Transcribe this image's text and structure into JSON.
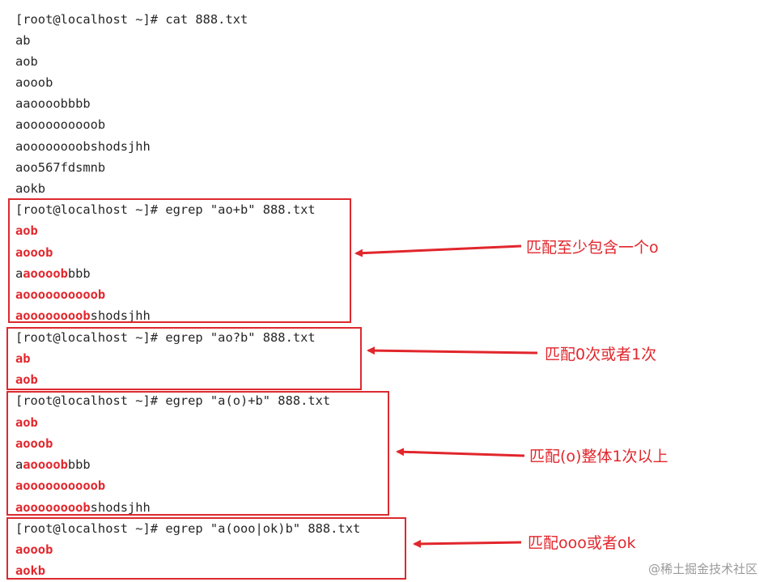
{
  "terminal": {
    "commands": {
      "cat": "[root@localhost ~]# cat 888.txt",
      "egrep1": "[root@localhost ~]# egrep \"ao+b\" 888.txt",
      "egrep2": "[root@localhost ~]# egrep \"ao?b\" 888.txt",
      "egrep3": "[root@localhost ~]# egrep \"a(o)+b\" 888.txt",
      "egrep4": "[root@localhost ~]# egrep \"a(ooo|ok)b\" 888.txt"
    },
    "file_lines": [
      "ab",
      "aob",
      "aooob",
      "aaoooobbbb",
      "aoooooooooob",
      "aoooooooobshodsjhh",
      "aoo567fdsmnb",
      "aokb"
    ],
    "result1": [
      {
        "prefix": "",
        "match": "aob",
        "suffix": ""
      },
      {
        "prefix": "",
        "match": "aooob",
        "suffix": ""
      },
      {
        "prefix": "a",
        "match": "aoooob",
        "suffix": "bbb"
      },
      {
        "prefix": "",
        "match": "aoooooooooob",
        "suffix": ""
      },
      {
        "prefix": "",
        "match": "aoooooooob",
        "suffix": "shodsjhh"
      }
    ],
    "result2": [
      {
        "prefix": "",
        "match": "ab",
        "suffix": ""
      },
      {
        "prefix": "",
        "match": "aob",
        "suffix": ""
      }
    ],
    "result3": [
      {
        "prefix": "",
        "match": "aob",
        "suffix": ""
      },
      {
        "prefix": "",
        "match": "aooob",
        "suffix": ""
      },
      {
        "prefix": "a",
        "match": "aoooob",
        "suffix": "bbb"
      },
      {
        "prefix": "",
        "match": "aoooooooooob",
        "suffix": ""
      },
      {
        "prefix": "",
        "match": "aoooooooob",
        "suffix": "shodsjhh"
      }
    ],
    "result4": [
      {
        "prefix": "",
        "match": "aooob",
        "suffix": ""
      },
      {
        "prefix": "",
        "match": "aokb",
        "suffix": ""
      }
    ]
  },
  "annotations": {
    "note1": "匹配至少包含一个o",
    "note2": "匹配0次或者1次",
    "note3": "匹配(o)整体1次以上",
    "note4": "匹配ooo或者ok"
  },
  "watermark": "@稀土掘金技术社区",
  "colors": {
    "highlight": "#e1262c",
    "box_border": "#dc2a2f",
    "text": "#262626"
  }
}
